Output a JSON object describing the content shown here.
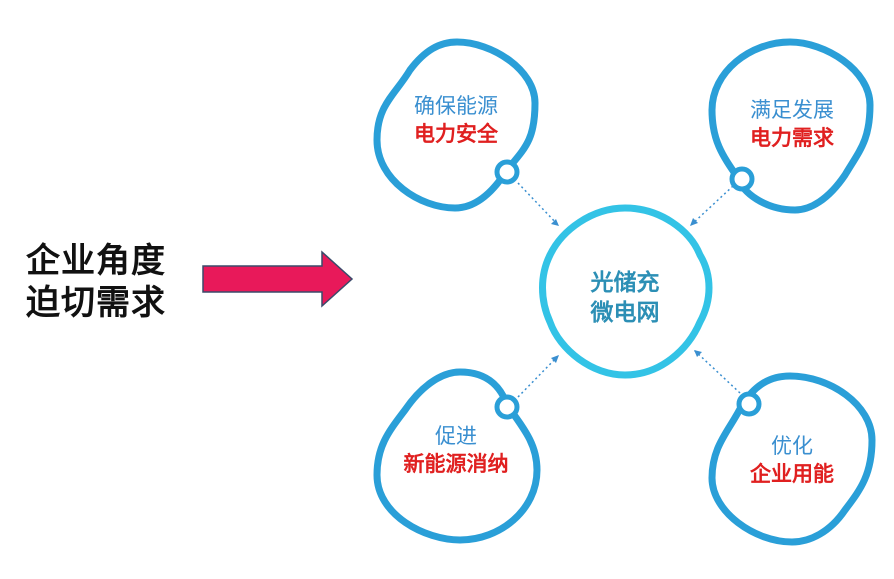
{
  "left_title": {
    "line1": "企业角度",
    "line2": "迫切需求"
  },
  "center": {
    "line1": "光储充",
    "line2": "微电网"
  },
  "nodes": {
    "top_left": {
      "line1": "确保能源",
      "line2": "电力安全"
    },
    "top_right": {
      "line1": "满足发展",
      "line2": "电力需求"
    },
    "bottom_left": {
      "line1": "促进",
      "line2": "新能源消纳"
    },
    "bottom_right": {
      "line1": "优化",
      "line2": "企业用能"
    }
  },
  "colors": {
    "arrow": "#e8195a",
    "outer_node_border": "#2a9fd8",
    "center_node_border": "#33c3e6",
    "connector": "#3a8fd0",
    "label_blue": "#3a8fd0",
    "label_red": "#e02020",
    "center_text": "#2c8fb5"
  }
}
